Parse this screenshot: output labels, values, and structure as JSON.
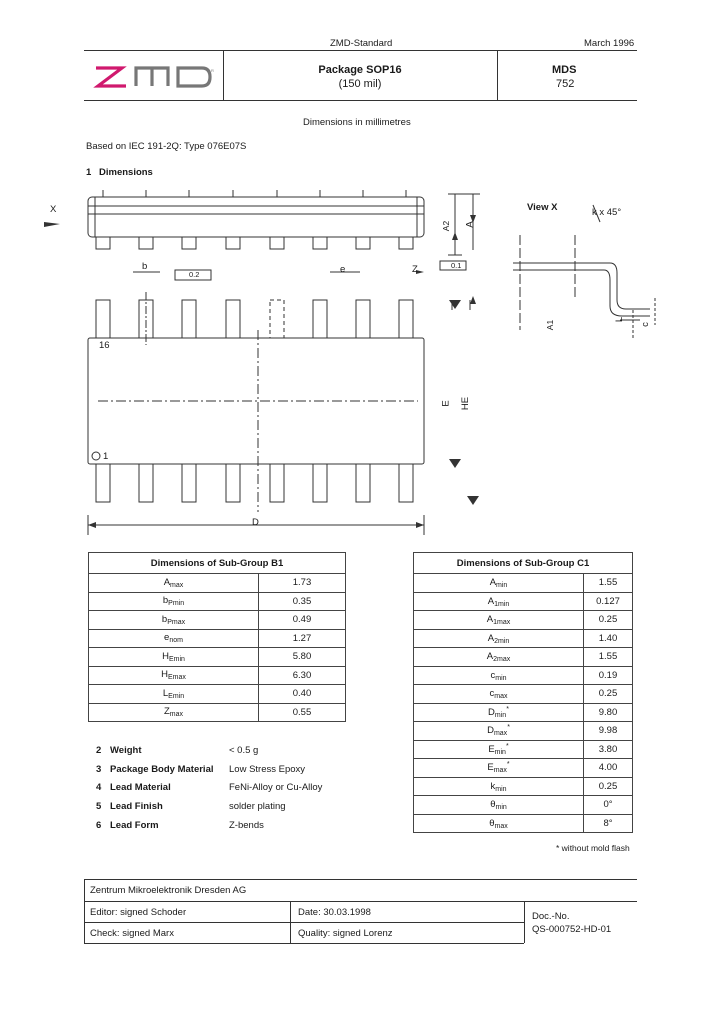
{
  "header": {
    "standard": "ZMD-Standard",
    "date": "March 1996",
    "logo_text": "zmd",
    "package_title": "Package SOP16",
    "package_sub": "(150 mil)",
    "mds_label": "MDS",
    "mds_number": "752"
  },
  "body": {
    "units_note": "Dimensions in millimetres",
    "based_on": "Based on IEC 191-2Q: Type 076E07S",
    "section1": {
      "num": "1",
      "title": "Dimensions"
    }
  },
  "drawing": {
    "view_x_arrow": "X",
    "view_x_label": "View X",
    "angle_label": "k x 45°",
    "label_b": "b",
    "label_e": "e",
    "label_z": "Z",
    "label_a": "A",
    "label_a2": "A2",
    "label_a1": "A1",
    "label_l": "L",
    "label_c": "c",
    "label_big_e": "E",
    "label_he": "HE",
    "label_d": "D",
    "tol_02": "0.2",
    "tol_01": "0.1",
    "pin16": "16",
    "pin1": "1"
  },
  "table_b1": {
    "title": "Dimensions of Sub-Group B1",
    "rows": [
      {
        "sym": "A",
        "sub": "max",
        "val": "1.73"
      },
      {
        "sym": "b",
        "sub": "Pmin",
        "val": "0.35"
      },
      {
        "sym": "b",
        "sub": "Pmax",
        "val": "0.49"
      },
      {
        "sym": "e",
        "sub": "nom",
        "val": "1.27"
      },
      {
        "sym": "H",
        "sub": "Emin",
        "val": "5.80"
      },
      {
        "sym": "H",
        "sub": "Emax",
        "val": "6.30"
      },
      {
        "sym": "L",
        "sub": "Emin",
        "val": "0.40"
      },
      {
        "sym": "Z",
        "sub": "max",
        "val": "0.55"
      }
    ]
  },
  "table_c1": {
    "title": "Dimensions of Sub-Group C1",
    "rows": [
      {
        "sym": "A",
        "sub": "min",
        "sup": "",
        "val": "1.55"
      },
      {
        "sym": "A",
        "sub": "1min",
        "sup": "",
        "val": "0.127"
      },
      {
        "sym": "A",
        "sub": "1max",
        "sup": "",
        "val": "0.25"
      },
      {
        "sym": "A",
        "sub": "2min",
        "sup": "",
        "val": "1.40"
      },
      {
        "sym": "A",
        "sub": "2max",
        "sup": "",
        "val": "1.55"
      },
      {
        "sym": "c",
        "sub": "min",
        "sup": "",
        "val": "0.19"
      },
      {
        "sym": "c",
        "sub": "max",
        "sup": "",
        "val": "0.25"
      },
      {
        "sym": "D",
        "sub": "min",
        "sup": "*",
        "val": "9.80"
      },
      {
        "sym": "D",
        "sub": "max",
        "sup": "*",
        "val": "9.98"
      },
      {
        "sym": "E",
        "sub": "min",
        "sup": "*",
        "val": "3.80"
      },
      {
        "sym": "E",
        "sub": "max",
        "sup": "*",
        "val": "4.00"
      },
      {
        "sym": "k",
        "sub": "min",
        "sup": "",
        "val": "0.25"
      },
      {
        "sym": "θ",
        "sub": "min",
        "sup": "",
        "val": "0°"
      },
      {
        "sym": "θ",
        "sub": "max",
        "sup": "",
        "val": "8°"
      }
    ],
    "footnote": "* without mold flash"
  },
  "properties": [
    {
      "num": "2",
      "label": "Weight",
      "value": "< 0.5 g"
    },
    {
      "num": "3",
      "label": "Package Body Material",
      "value": "Low Stress Epoxy"
    },
    {
      "num": "4",
      "label": "Lead Material",
      "value": "FeNi-Alloy or Cu-Alloy"
    },
    {
      "num": "5",
      "label": "Lead Finish",
      "value": "solder plating"
    },
    {
      "num": "6",
      "label": "Lead Form",
      "value": "Z-bends"
    }
  ],
  "footer": {
    "company": "Zentrum Mikroelektronik Dresden AG",
    "editor": "Editor: signed Schoder",
    "date": "Date: 30.03.1998",
    "check": "Check: signed Marx",
    "quality": "Quality: signed Lorenz",
    "doc_label": "Doc.-No.",
    "doc_no": "QS-000752-HD-01"
  }
}
